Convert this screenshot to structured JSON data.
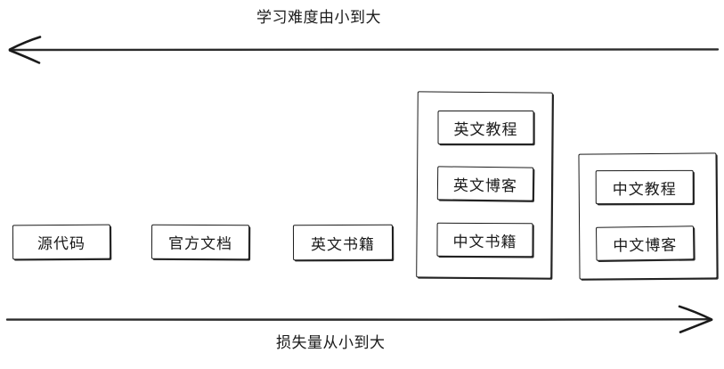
{
  "diagram": {
    "top_axis": {
      "label": "学习难度由小到大",
      "direction": "left"
    },
    "bottom_axis": {
      "label": "损失量从小到大",
      "direction": "right"
    },
    "standalone_nodes": [
      {
        "label": "源代码"
      },
      {
        "label": "官方文档"
      },
      {
        "label": "英文书籍"
      }
    ],
    "groups": [
      {
        "name": "group-english-cluster",
        "items": [
          {
            "label": "英文教程"
          },
          {
            "label": "英文博客"
          },
          {
            "label": "中文书籍"
          }
        ]
      },
      {
        "name": "group-chinese-cluster",
        "items": [
          {
            "label": "中文教程"
          },
          {
            "label": "中文博客"
          }
        ]
      }
    ]
  },
  "colors": {
    "stroke": "#1b1b1b",
    "text": "#1a1a1a",
    "background": "#ffffff"
  }
}
